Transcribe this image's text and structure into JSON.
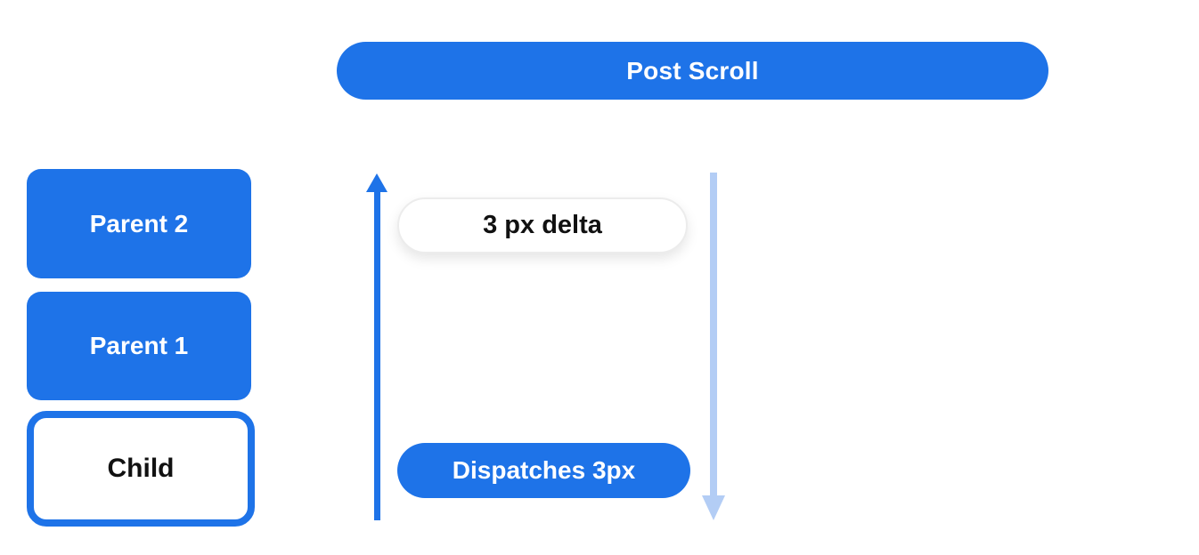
{
  "diagram": {
    "title_banner": {
      "label": "Post Scroll"
    },
    "widget_stack": [
      {
        "label": "Parent 2"
      },
      {
        "label": "Parent 1"
      },
      {
        "label": "Child"
      }
    ],
    "annotations": {
      "delta_pill_label": "3 px delta",
      "dispatch_pill_label": "Dispatches 3px"
    },
    "icons": {
      "up_arrow": "arrow-up",
      "down_arrow": "arrow-down"
    },
    "colors": {
      "primary_blue": "#1e73e8",
      "light_blue": "#b3cdf5",
      "text_black": "#111111",
      "pill_border": "#ececec",
      "background": "#ffffff"
    }
  }
}
